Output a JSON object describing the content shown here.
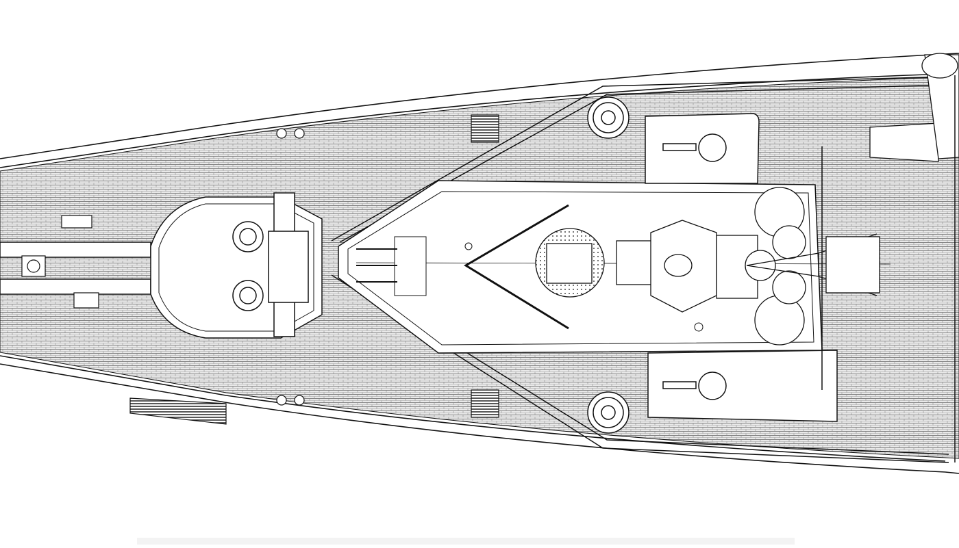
{
  "drawing": {
    "subject": "",
    "ink_color": "#111111",
    "paper_color": "#ffffff",
    "deck_line_color": "#444444"
  },
  "components": {
    "main_turret": {
      "barrels": 2
    },
    "secondary_mounts": 2,
    "searchlights": 2,
    "aa_platforms": 4,
    "aircraft": 1
  }
}
